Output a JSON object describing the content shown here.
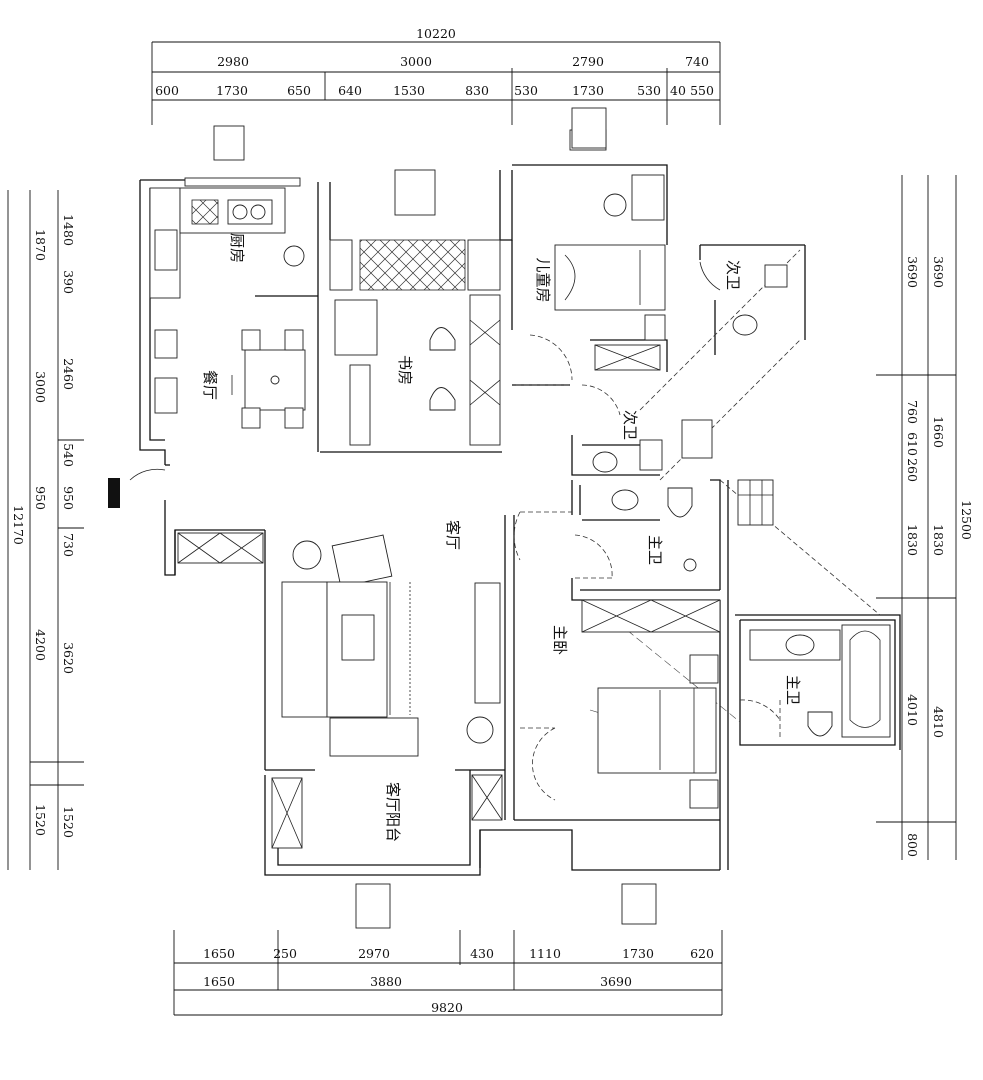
{
  "rooms": {
    "kitchen": "厨房",
    "dining": "餐厅",
    "study": "书房",
    "kids_room": "儿童房",
    "second_bath_top": "次卫",
    "second_bath_mid": "次卫",
    "living": "客厅",
    "main_bath_small": "主卫",
    "master_bedroom": "主卧",
    "master_bath": "主卫",
    "balcony": "客厅阳台"
  },
  "dims_top": {
    "total": "10220",
    "groups": [
      "2980",
      "3000",
      "2790",
      "740"
    ],
    "segments": [
      "600",
      "1730",
      "650",
      "640",
      "1530",
      "830",
      "530",
      "1730",
      "530",
      "40",
      "550"
    ]
  },
  "dims_bottom": {
    "row1": [
      "1650",
      "250",
      "2970",
      "430",
      "1110",
      "1730",
      "620"
    ],
    "row2": [
      "1650",
      "3880",
      "3690"
    ],
    "total": "9820"
  },
  "dims_left": {
    "outer": [
      "1870",
      "3000",
      "950",
      "4200",
      "1520"
    ],
    "inner": [
      "1480",
      "390",
      "2460",
      "540",
      "950",
      "730",
      "3620",
      "1520"
    ],
    "total": "12170"
  },
  "dims_right": {
    "inner": [
      "3690",
      "760",
      "610",
      "260",
      "1830",
      "4010",
      "800"
    ],
    "outer": [
      "3690",
      "1660",
      "1830",
      "4810"
    ],
    "total": "12500"
  }
}
